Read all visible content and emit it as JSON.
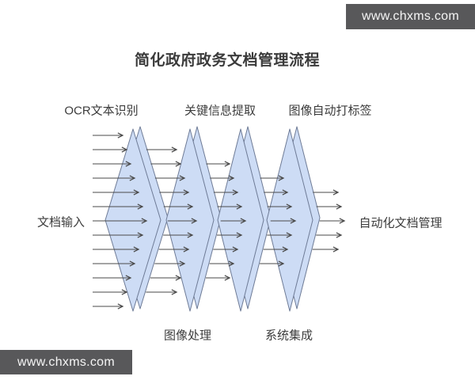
{
  "title": "简化政府政务文档管理流程",
  "watermark_top": "www.chxms.com",
  "watermark_bottom": "www.chxms.com",
  "labels": {
    "ocr": "OCR文本识别",
    "key_info": "关键信息提取",
    "auto_tag": "图像自动打标签",
    "input": "文档输入",
    "output": "自动化文档管理",
    "image_processing": "图像处理",
    "system_integration": "系统集成"
  },
  "diagram": {
    "type": "flow-funnel",
    "layer_count": 4,
    "arrow_rows": 13,
    "stage_arrow_counts": [
      13,
      11,
      9,
      7,
      5
    ],
    "colors": {
      "layer_fill": "#cddcf5",
      "layer_stroke": "#6e7b96",
      "arrow": "#4a4a4a",
      "watermark_bg": "#58585a",
      "watermark_text": "#f5f5f5",
      "text": "#3b3b3b",
      "background": "#ffffff"
    }
  }
}
